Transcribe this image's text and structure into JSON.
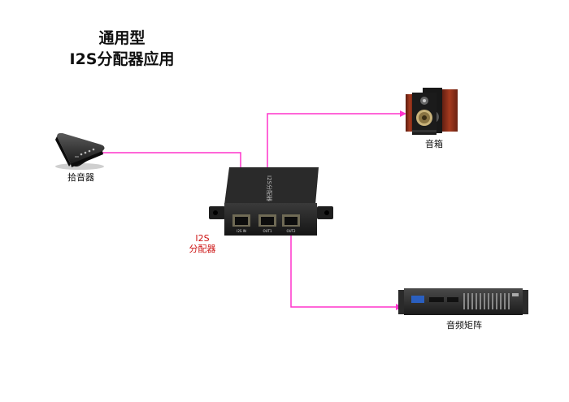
{
  "title": {
    "line1": "通用型",
    "line2": "I2S分配器应用"
  },
  "devices": {
    "microphone": {
      "label": "拾音器"
    },
    "speaker": {
      "label": "音箱"
    },
    "splitter": {
      "label_line1": "I2S",
      "label_line2": "分配器",
      "side_text": "I2S分配器"
    },
    "matrix": {
      "label": "音频矩阵"
    }
  },
  "ports": [
    {
      "label": "I2S IN"
    },
    {
      "label": "OUT1"
    },
    {
      "label": "OUT2"
    }
  ],
  "colors": {
    "connection": "#ff33cc",
    "label_accent": "#cc1111"
  }
}
